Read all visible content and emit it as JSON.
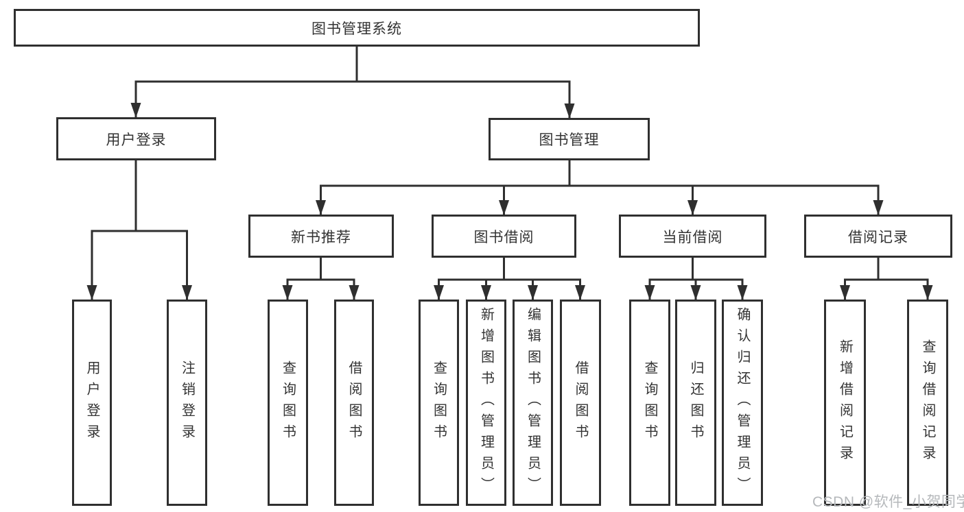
{
  "diagram": {
    "root": "图书管理系统",
    "branches": [
      {
        "label": "用户登录",
        "children": [
          "用户登录",
          "注销登录"
        ]
      },
      {
        "label": "图书管理",
        "children": [
          {
            "label": "新书推荐",
            "children": [
              "查询图书",
              "借阅图书"
            ]
          },
          {
            "label": "图书借阅",
            "children": [
              "查询图书",
              "新增图书（管理员）",
              "编辑图书（管理员）",
              "借阅图书"
            ]
          },
          {
            "label": "当前借阅",
            "children": [
              "查询图书",
              "归还图书",
              "确认归还（管理员）"
            ]
          },
          {
            "label": "借阅记录",
            "children": [
              "新增借阅记录",
              "查询借阅记录"
            ]
          }
        ]
      }
    ],
    "line_color": "#2f2f2f",
    "box_background": "#ffffff"
  },
  "watermark": "CSDN @软件_小贺同学"
}
